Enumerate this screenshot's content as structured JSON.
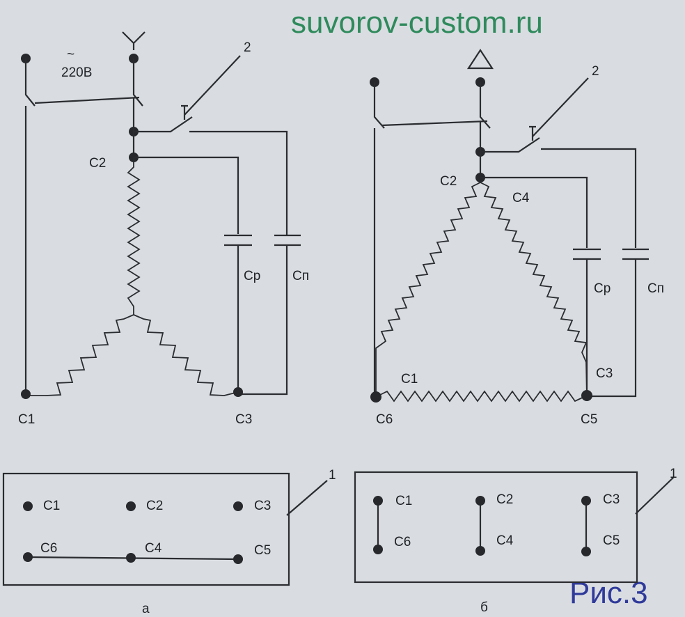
{
  "watermark": "suvorov-custom.ru",
  "figure_label": "Рис.3",
  "colors": {
    "watermark": "#2f8a5c",
    "figure_label": "#2f3a9a",
    "ink": "#26282c",
    "paper": "#d9dde1"
  },
  "left_diagram": {
    "caption": "а",
    "supply_symbol": "~",
    "supply_voltage": "220В",
    "switch_number": "2",
    "capacitor_run": "Ср",
    "capacitor_start": "Сп",
    "terminals": {
      "c1": "С1",
      "c2": "С2",
      "c3": "С3"
    },
    "box_number": "1",
    "box": {
      "top": [
        "С1",
        "С2",
        "С3"
      ],
      "bottom": [
        "С6",
        "С4",
        "С5"
      ]
    }
  },
  "right_diagram": {
    "caption": "б",
    "switch_number": "2",
    "capacitor_run": "Ср",
    "capacitor_start": "Сп",
    "terminals": {
      "c1": "С1",
      "c2": "С2",
      "c3": "С3",
      "c4": "С4",
      "c5": "С5",
      "c6": "С6"
    },
    "box_number": "1",
    "box": {
      "top": [
        "С1",
        "С2",
        "С3"
      ],
      "bottom": [
        "С6",
        "С4",
        "С5"
      ]
    }
  }
}
